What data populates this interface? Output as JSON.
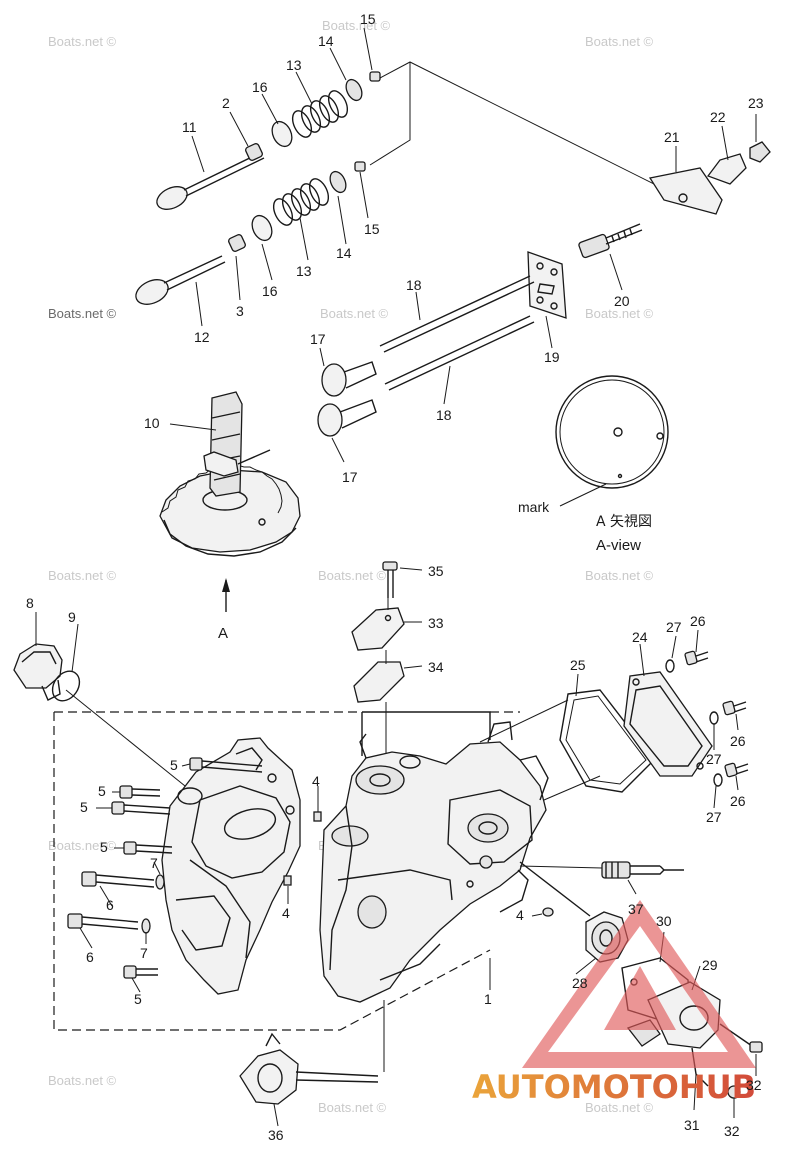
{
  "labels": {
    "l1": "1",
    "l2": "2",
    "l3": "3",
    "l4a": "4",
    "l4b": "4",
    "l4c": "4",
    "l5a": "5",
    "l5b": "5",
    "l5c": "5",
    "l5d": "5",
    "l5e": "5",
    "l6a": "6",
    "l6b": "6",
    "l7a": "7",
    "l7b": "7",
    "l8": "8",
    "l9": "9",
    "l10": "10",
    "l11": "11",
    "l12": "12",
    "l13a": "13",
    "l13b": "13",
    "l14a": "14",
    "l14b": "14",
    "l15a": "15",
    "l15b": "15",
    "l16a": "16",
    "l16b": "16",
    "l17a": "17",
    "l17b": "17",
    "l18a": "18",
    "l18b": "18",
    "l19": "19",
    "l20": "20",
    "l21": "21",
    "l22": "22",
    "l23": "23",
    "l24": "24",
    "l25": "25",
    "l26a": "26",
    "l26b": "26",
    "l26c": "26",
    "l27a": "27",
    "l27b": "27",
    "l27c": "27",
    "l28": "28",
    "l29": "29",
    "l30": "30",
    "l31": "31",
    "l32a": "32",
    "l32b": "32",
    "l33": "33",
    "l34": "34",
    "l35": "35",
    "l36": "36",
    "l37": "37"
  },
  "annotations": {
    "mark": "mark",
    "view_letter": "A",
    "view_jp": "A 矢視図",
    "view_en": "A-view"
  },
  "watermark": {
    "text": "Boats.net ©",
    "logo_text": "AUTOMOTOHUB"
  },
  "colors": {
    "line": "#1a1a1a",
    "watermark_triangle": "#e05a5a",
    "logo_gradient_start": "#e8a23a",
    "logo_gradient_end": "#d0463a"
  }
}
